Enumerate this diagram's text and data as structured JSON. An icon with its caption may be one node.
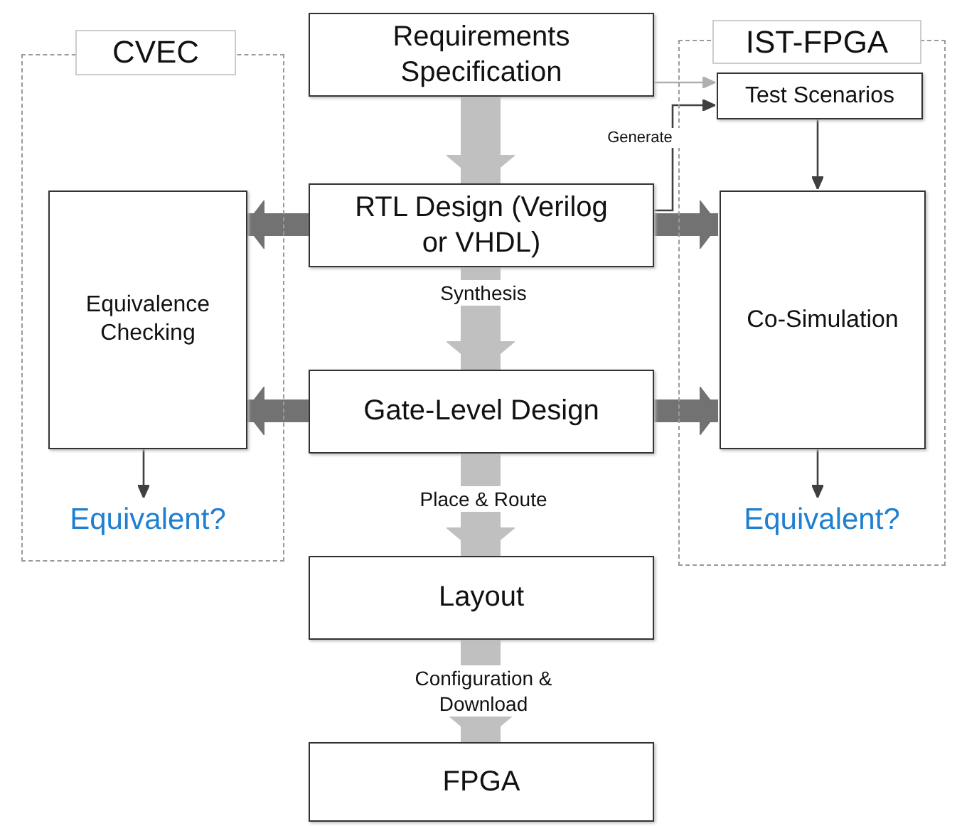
{
  "diagram": {
    "nodes": [
      {
        "text": [
          "CVEC"
        ]
      },
      {
        "text": [
          "Equivalence Checking"
        ],
        "in": 0
      },
      {
        "text": [
          "Equivalent?"
        ],
        "in": 0
      },
      {
        "text": [
          "IST-FPGA"
        ]
      },
      {
        "text": [
          "Test Scenarios"
        ],
        "in": 3
      },
      {
        "text": [
          "Co-Simulation"
        ],
        "in": 3
      },
      {
        "text": [
          "Equivalent?"
        ],
        "in": 3
      },
      {
        "text": [
          "Requirements Specification"
        ]
      },
      {
        "text": [
          "RTL Design (Verilog or VHDL)"
        ]
      },
      {
        "text": [
          "Gate-Level Design"
        ]
      },
      {
        "text": [
          "Layout"
        ]
      },
      {
        "text": [
          "FPGA"
        ]
      }
    ],
    "edges": [
      {
        "from": 7,
        "to": 8,
        "arrow": "to",
        "color": "#c0c0c0"
      },
      {
        "from": 8,
        "to": 9,
        "arrow": "to",
        "color": "#c0c0c0",
        "label": "Synthesis"
      },
      {
        "from": 9,
        "to": 10,
        "arrow": "to",
        "color": "#c0c0c0",
        "label": "Place & Route"
      },
      {
        "from": 10,
        "to": 11,
        "arrow": "to",
        "color": "#c0c0c0",
        "label": "Configuration & Download"
      },
      {
        "from": 8,
        "to": 1,
        "arrow": "to",
        "color": "#727272"
      },
      {
        "from": 8,
        "to": 5,
        "arrow": "to",
        "color": "#727272"
      },
      {
        "from": 9,
        "to": 1,
        "arrow": "to",
        "color": "#727272"
      },
      {
        "from": 9,
        "to": 5,
        "arrow": "to",
        "color": "#727272"
      },
      {
        "from": 7,
        "to": 4,
        "arrow": "to",
        "color": "#b0b0b0"
      },
      {
        "from": 8,
        "to": 4,
        "arrow": "to",
        "color": "#404040",
        "label": "Generate"
      },
      {
        "from": 4,
        "to": 5,
        "arrow": "to",
        "color": "#404040"
      },
      {
        "from": 1,
        "to": 2,
        "arrow": "to",
        "color": "#404040"
      },
      {
        "from": 5,
        "to": 6,
        "arrow": "to",
        "color": "#404040"
      }
    ]
  }
}
